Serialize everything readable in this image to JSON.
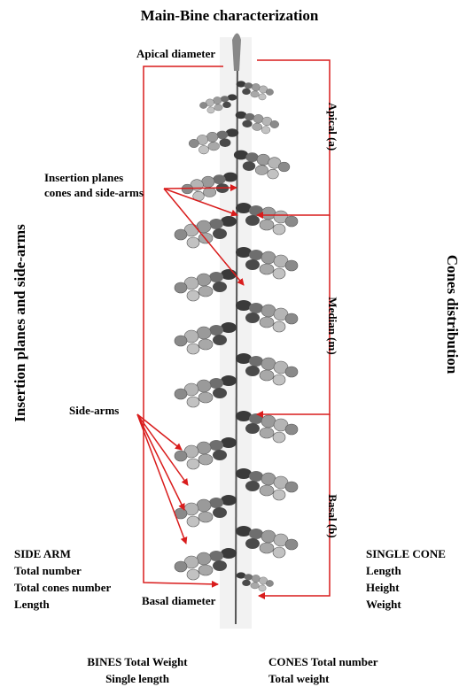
{
  "title": "Main-Bine characterization",
  "left_vertical": "Insertion planes and side-arms",
  "right_vertical": "Cones distribution",
  "labels": {
    "apical_diameter": "Apical diameter",
    "insertion_planes_1": "Insertion planes",
    "insertion_planes_2": "cones and side-arms",
    "side_arms": "Side-arms",
    "basal_diameter": "Basal diameter"
  },
  "segments": {
    "apical": "Apical (a)",
    "median": "Median (m)",
    "basal": "Basal (b)"
  },
  "side_arm": {
    "heading": "SIDE ARM",
    "lines": [
      "Total number",
      "Total cones number",
      "Length"
    ]
  },
  "single_cone": {
    "heading": "SINGLE CONE",
    "lines": [
      "Length",
      "Height",
      "Weight"
    ]
  },
  "bines": {
    "line1": "BINES Total Weight",
    "line2": "Single length"
  },
  "cones": {
    "line1": "CONES Total number",
    "line2": "Total weight"
  },
  "colors": {
    "arrow": "#d91c1c",
    "leaf_dark": "#3a3a3a",
    "leaf_mid": "#6e6e6e",
    "cone": "#9a9a9a"
  }
}
